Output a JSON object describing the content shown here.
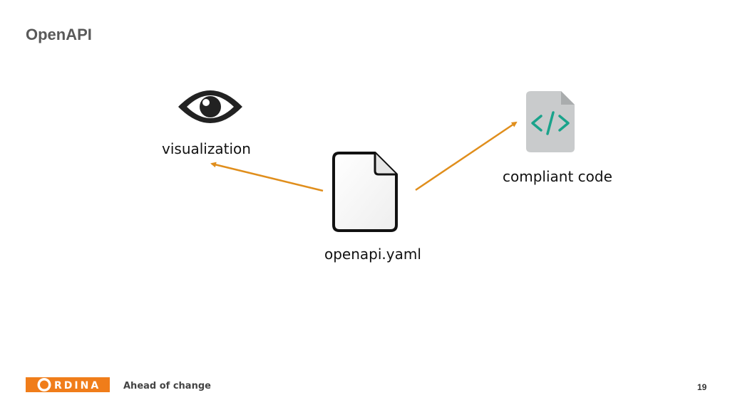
{
  "slide": {
    "title": "OpenAPI",
    "page_number": "19"
  },
  "diagram": {
    "nodes": {
      "visualization": {
        "label": "visualization",
        "icon": "eye-icon"
      },
      "spec": {
        "label": "openapi.yaml",
        "icon": "document-icon"
      },
      "code": {
        "label": "compliant code",
        "icon": "code-file-icon"
      }
    },
    "edges": [
      {
        "from": "spec",
        "to": "visualization"
      },
      {
        "from": "spec",
        "to": "code"
      }
    ],
    "colors": {
      "arrow": "#e08e1c",
      "code_file": "#c9cbcc",
      "code_symbol": "#1aa38b"
    }
  },
  "footer": {
    "brand": "ORDINA",
    "tagline": "Ahead of change",
    "brand_color": "#f07d1a"
  }
}
